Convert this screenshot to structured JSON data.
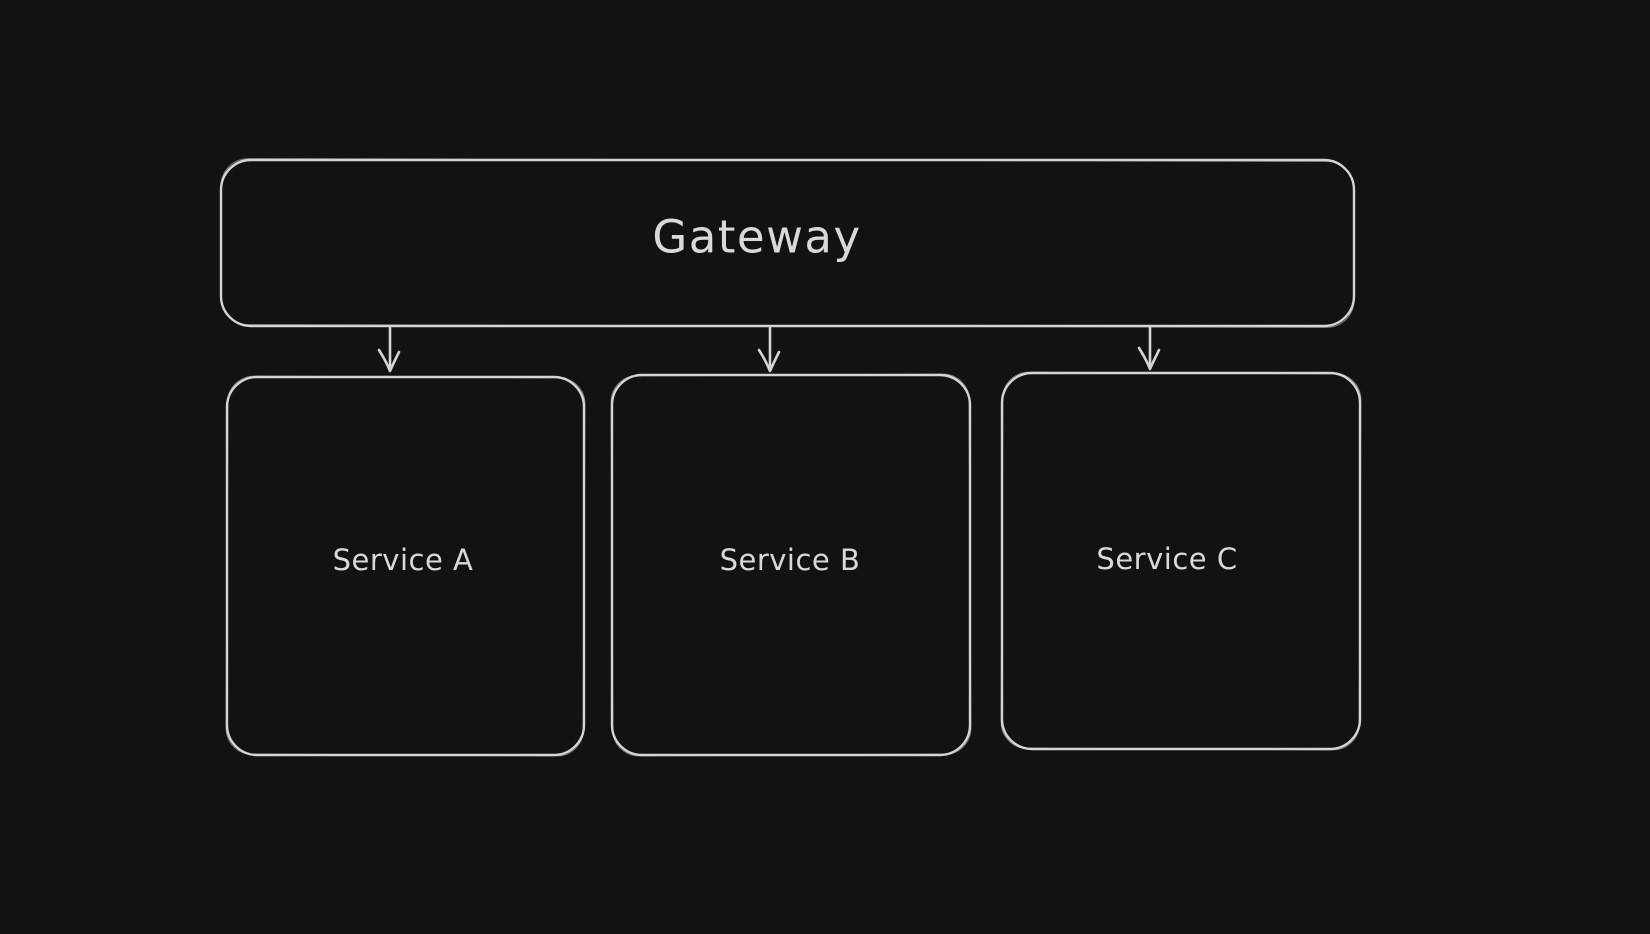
{
  "canvas": {
    "background_color": "#121212",
    "stroke_color": "#d4d4d4",
    "text_color": "#d9d9d9",
    "style": "hand-drawn-sketch"
  },
  "diagram": {
    "nodes": [
      {
        "id": "gateway",
        "label": "Gateway",
        "shape": "rounded-rectangle"
      },
      {
        "id": "service-a",
        "label": "Service A",
        "shape": "rounded-rectangle"
      },
      {
        "id": "service-b",
        "label": "Service B",
        "shape": "rounded-rectangle"
      },
      {
        "id": "service-c",
        "label": "Service C",
        "shape": "rounded-rectangle"
      }
    ],
    "edges": [
      {
        "from": "gateway",
        "to": "service-a",
        "type": "arrow",
        "direction": "down"
      },
      {
        "from": "gateway",
        "to": "service-b",
        "type": "arrow",
        "direction": "down"
      },
      {
        "from": "gateway",
        "to": "service-c",
        "type": "arrow",
        "direction": "down"
      }
    ]
  }
}
